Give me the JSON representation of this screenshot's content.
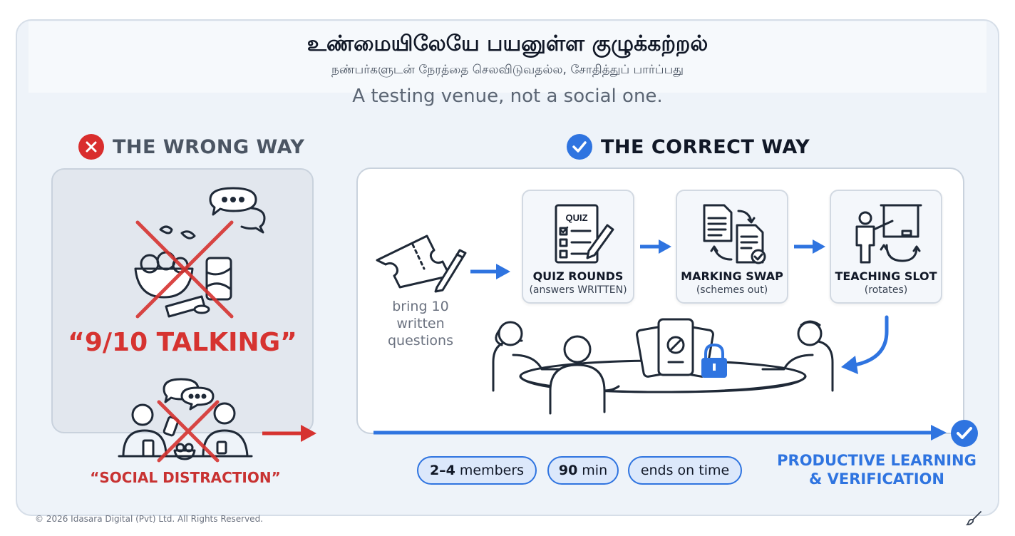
{
  "header": {
    "title": "உண்மையிலேயே பயனுள்ள குழுக்கற்றல்",
    "subtitle": "நண்பர்களுடன் நேரத்தை செலவிடுவதல்ல, சோதித்துப் பார்ப்பது",
    "english_subtitle": "A testing venue, not a social one."
  },
  "wrong_way": {
    "heading": "THE WRONG WAY",
    "label_talking": "“9/10 TALKING”",
    "label_social": "“SOCIAL DISTRACTION”"
  },
  "correct_way": {
    "heading": "THE CORRECT WAY",
    "bring_text": "bring 10 written questions",
    "quiz_icon_text": "QUIZ",
    "steps": [
      {
        "title": "QUIZ ROUNDS",
        "subtitle": "(answers WRITTEN)"
      },
      {
        "title": "MARKING SWAP",
        "subtitle": "(schemes out)"
      },
      {
        "title": "TEACHING SLOT",
        "subtitle": "(rotates)"
      }
    ]
  },
  "pills": [
    {
      "strong": "2–4",
      "text": "members"
    },
    {
      "strong": "90",
      "text": "min"
    },
    {
      "strong": "",
      "text": "ends on time"
    }
  ],
  "result": {
    "line1": "PRODUCTIVE LEARNING",
    "line2": "& VERIFICATION"
  },
  "footer": "© 2026 Idasara Digital (Pvt) Ltd. All Rights Reserved.",
  "colors": {
    "accent_blue": "#2f74e0",
    "wrong_red": "#d63330",
    "panel_grey": "#e2e7ee"
  }
}
